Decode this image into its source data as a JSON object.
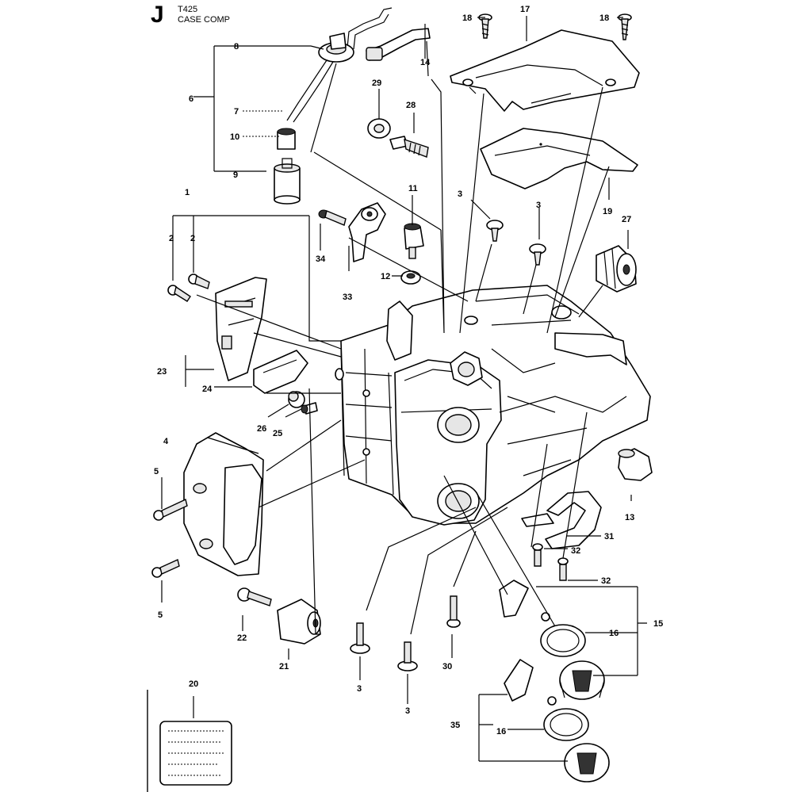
{
  "header": {
    "section_letter": "J",
    "model": "T425",
    "title": "CASE COMP"
  },
  "callouts": [
    "1",
    "2",
    "2",
    "3",
    "3",
    "3",
    "3",
    "4",
    "5",
    "5",
    "6",
    "7",
    "8",
    "9",
    "10",
    "11",
    "12",
    "13",
    "14",
    "15",
    "16",
    "16",
    "17",
    "18",
    "18",
    "19",
    "20",
    "21",
    "22",
    "23",
    "24",
    "25",
    "26",
    "27",
    "28",
    "29",
    "30",
    "31",
    "32",
    "32",
    "33",
    "34",
    "35"
  ]
}
